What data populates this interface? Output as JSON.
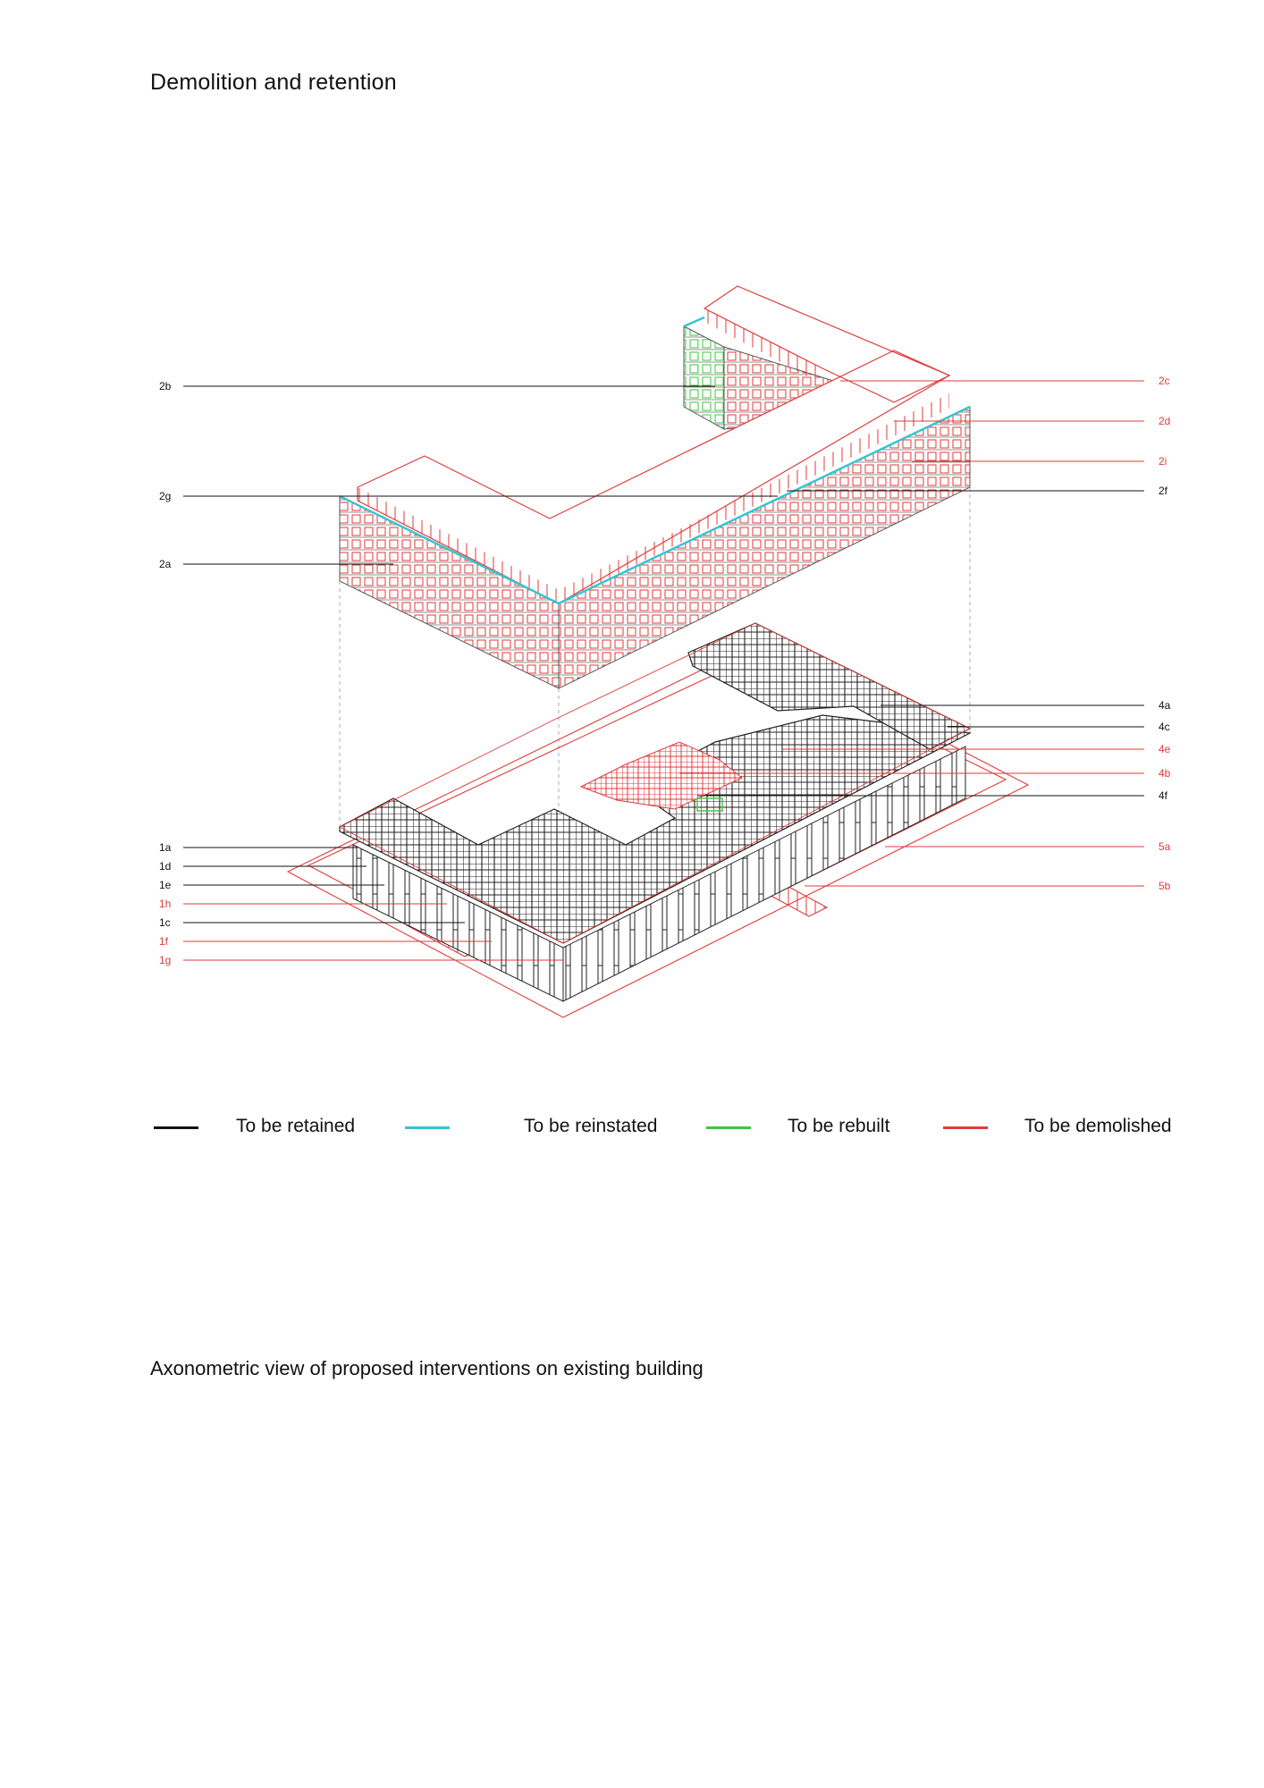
{
  "title": "Demolition and retention",
  "caption": "Axonometric view of proposed interventions on existing building",
  "colors": {
    "retained": "#111111",
    "reinstated": "#35c6d0",
    "rebuilt": "#3cc63c",
    "demolished": "#e23a3a"
  },
  "legend": [
    {
      "label": "To be retained",
      "color": "#111111"
    },
    {
      "label": "To be reinstated",
      "color": "#35c6d0"
    },
    {
      "label": "To be rebuilt",
      "color": "#3cc63c"
    },
    {
      "label": "To be demolished",
      "color": "#e23a3a"
    }
  ],
  "labels_left": [
    {
      "id": "2b",
      "status": "retained"
    },
    {
      "id": "2g",
      "status": "retained"
    },
    {
      "id": "2a",
      "status": "retained"
    },
    {
      "id": "1a",
      "status": "retained"
    },
    {
      "id": "1d",
      "status": "retained"
    },
    {
      "id": "1e",
      "status": "retained"
    },
    {
      "id": "1h",
      "status": "demolished"
    },
    {
      "id": "1c",
      "status": "retained"
    },
    {
      "id": "1f",
      "status": "demolished"
    },
    {
      "id": "1g",
      "status": "demolished"
    }
  ],
  "labels_right": [
    {
      "id": "2c",
      "status": "demolished"
    },
    {
      "id": "2d",
      "status": "demolished"
    },
    {
      "id": "2i",
      "status": "demolished"
    },
    {
      "id": "2f",
      "status": "retained"
    },
    {
      "id": "4a",
      "status": "retained"
    },
    {
      "id": "4c",
      "status": "retained"
    },
    {
      "id": "4e",
      "status": "demolished"
    },
    {
      "id": "4b",
      "status": "demolished"
    },
    {
      "id": "4f",
      "status": "retained"
    },
    {
      "id": "5a",
      "status": "demolished"
    },
    {
      "id": "5b",
      "status": "demolished"
    }
  ]
}
